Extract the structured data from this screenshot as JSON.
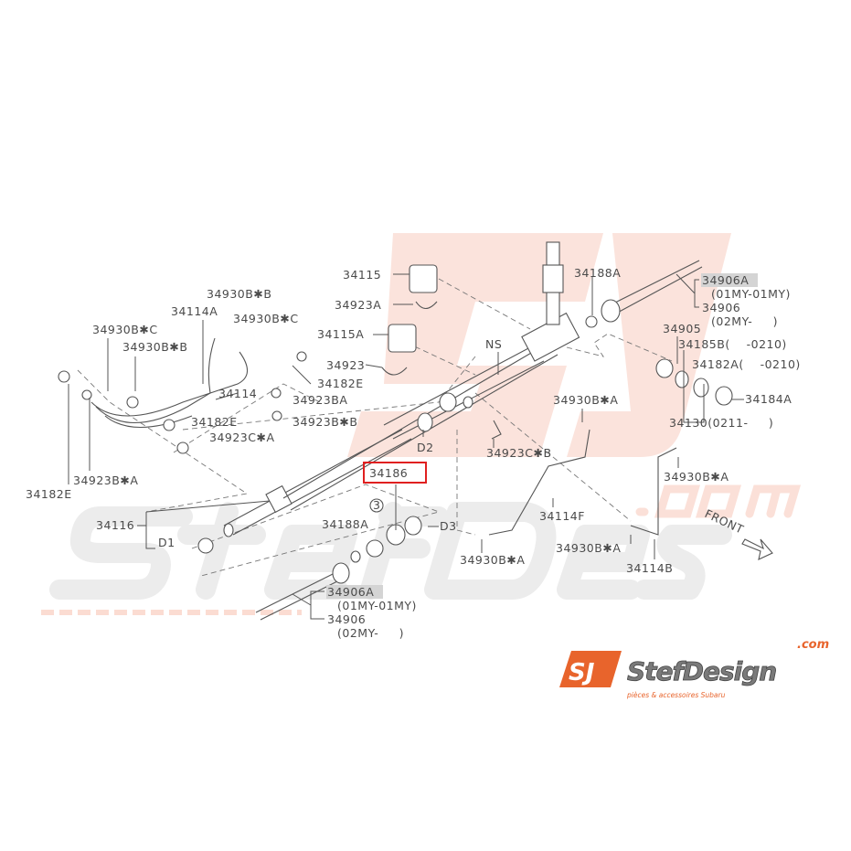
{
  "diagram": {
    "labels": {
      "l_34930BB_1": "34930B✱B",
      "l_34114A": "34114A",
      "l_34930BC_1": "34930B✱C",
      "l_34930BC_2": "34930B✱C",
      "l_34930BB_2": "34930B✱B",
      "l_34114": "34114",
      "l_34182E_1": "34182E",
      "l_34923CA": "34923C✱A",
      "l_34923BA_star": "34923B✱A",
      "l_34182E_2": "34182E",
      "l_34182E_3": "34182E",
      "l_34923BA": "34923BA",
      "l_34923BB": "34923B✱B",
      "l_34115": "34115",
      "l_34923A": "34923A",
      "l_34115A": "34115A",
      "l_34923": "34923",
      "l_NS": "NS",
      "l_D2": "D2",
      "l_34186": "34186",
      "l_34188A_1": "34188A",
      "l_3": "3",
      "l_D3": "D3",
      "l_D1": "D1",
      "l_34116": "34116",
      "l_34906A_1": "34906A",
      "l_01MY_1": "(01MY-01MY)",
      "l_34906_1": "34906",
      "l_02MY_1": "(02MY-     )",
      "l_34188A_2": "34188A",
      "l_34906A_2": "34906A",
      "l_01MY_2": "(01MY-01MY)",
      "l_34906_2": "34906",
      "l_02MY_2": "(02MY-     )",
      "l_34905": "34905",
      "l_34185B": "34185B(    -0210)",
      "l_34182A": "34182A(    -0210)",
      "l_34184A": "34184A",
      "l_34130": "34130(0211-     )",
      "l_34930BA_1": "34930B✱A",
      "l_34923CB": "34923C✱B",
      "l_34930BA_2": "34930B✱A",
      "l_34114F": "34114F",
      "l_34930BA_3": "34930B✱A",
      "l_34930BA_4": "34930B✱A",
      "l_34114B": "34114B",
      "front": "FRONT"
    },
    "highlighted_part": "34186",
    "highlight_color": "#e02020"
  },
  "watermark": {
    "brand": "StefDesign",
    "domain": ".com",
    "tagline": "pièces & accessoires Subaru",
    "logo_mark": "SJ"
  },
  "logo": {
    "mark": "SJ",
    "brand": "StefDesign",
    "domain": ".com",
    "tagline": "pièces & accessoires Subaru",
    "accent_color": "#e8642c"
  }
}
